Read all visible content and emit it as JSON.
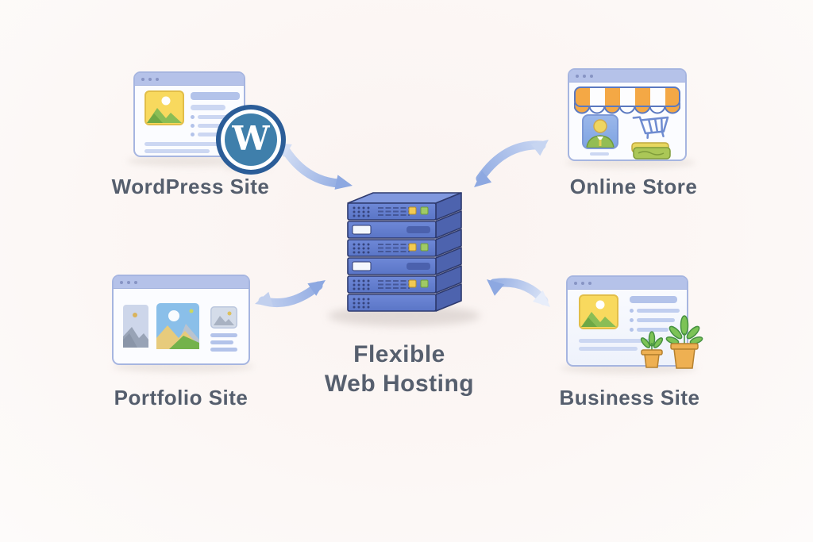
{
  "diagram": {
    "center": {
      "line1": "Flexible",
      "line2": "Web Hosting"
    },
    "nodes": [
      {
        "id": "wordpress-site",
        "label": "WordPress Site"
      },
      {
        "id": "online-store",
        "label": "Online Store"
      },
      {
        "id": "portfolio-site",
        "label": "Portfolio Site"
      },
      {
        "id": "business-site",
        "label": "Business Site"
      }
    ],
    "wordpress_logo_letter": "W",
    "arrows": [
      {
        "from": "wordpress-site",
        "to": "hosting-server",
        "bidirectional": true
      },
      {
        "from": "online-store",
        "to": "hosting-server",
        "bidirectional": true
      },
      {
        "from": "portfolio-site",
        "to": "hosting-server",
        "bidirectional": true
      },
      {
        "from": "business-site",
        "to": "hosting-server",
        "bidirectional": true
      }
    ],
    "colors": {
      "background": "#fcf7f5",
      "label_text": "#555e6d",
      "window_border": "#a6b5e0",
      "titlebar": "#b5c2e9",
      "server_front": "#6282d0",
      "server_side": "#4d63ae",
      "server_outline": "#2e3a6e",
      "led_yellow": "#f2ca52",
      "led_green": "#9fca66",
      "arrow_blue": "#8da8e1",
      "awning_orange": "#f4a845",
      "leaf_green": "#7cc356",
      "pot_orange": "#eeb052",
      "placeholder_yellow": "#f8d95e",
      "wordpress_blue": "#2b5d98"
    }
  }
}
